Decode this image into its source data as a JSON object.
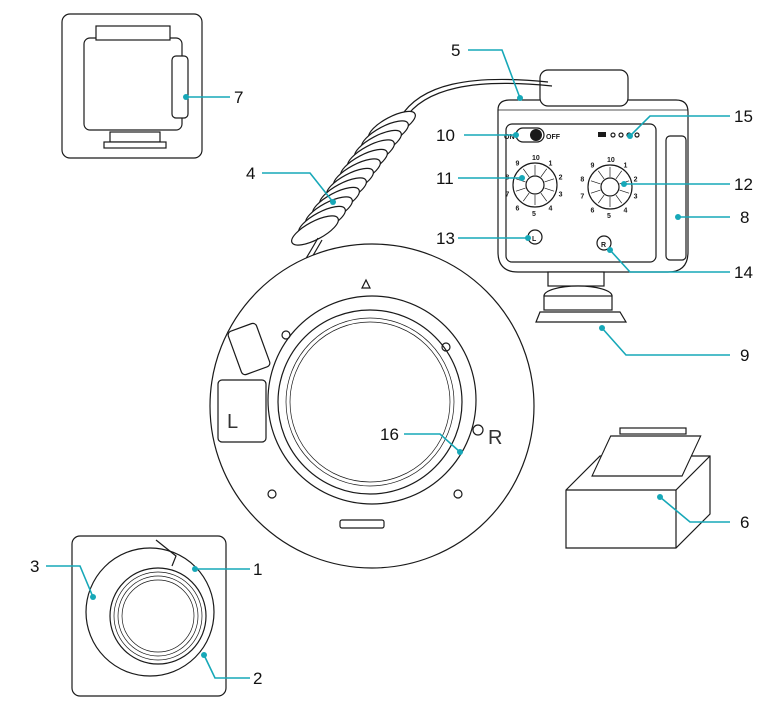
{
  "callouts": [
    {
      "label": "1"
    },
    {
      "label": "2"
    },
    {
      "label": "3"
    },
    {
      "label": "4"
    },
    {
      "label": "5"
    },
    {
      "label": "6"
    },
    {
      "label": "7"
    },
    {
      "label": "8"
    },
    {
      "label": "9"
    },
    {
      "label": "10"
    },
    {
      "label": "11"
    },
    {
      "label": "12"
    },
    {
      "label": "13"
    },
    {
      "label": "14"
    },
    {
      "label": "15"
    },
    {
      "label": "16"
    }
  ],
  "flash_unit": {
    "switch_on": "ON",
    "switch_off": "OFF",
    "left_dial_button": "L",
    "right_dial_button": "R",
    "dial_numbers": [
      "10",
      "1",
      "2",
      "3",
      "4",
      "5",
      "6",
      "7",
      "8",
      "9"
    ]
  },
  "ring": {
    "left_mark": "L",
    "right_mark": "R"
  },
  "colors": {
    "leader_line": "#17a8b8",
    "line_art": "#1a1a1a"
  }
}
